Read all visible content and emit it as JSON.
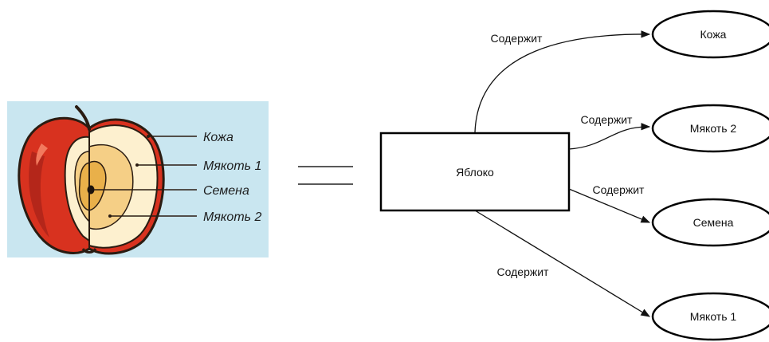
{
  "illustration": {
    "background": "#c9e6f0",
    "labels": {
      "skin": "Кожа",
      "flesh1": "Мякоть 1",
      "seeds": "Семена",
      "flesh2": "Мякоть 2"
    },
    "colors": {
      "skin": "#d8321f",
      "skin_dark": "#b4261a",
      "flesh_outer": "#fdf0cf",
      "flesh_inner": "#f5cf86",
      "core": "#e9b04a",
      "outline": "#2a1c12"
    }
  },
  "diagram": {
    "center": "Яблоко",
    "edge_label": "Содержит",
    "nodes": {
      "skin": "Кожа",
      "flesh2": "Мякоть 2",
      "seeds": "Семена",
      "flesh1": "Мякоть 1"
    }
  }
}
